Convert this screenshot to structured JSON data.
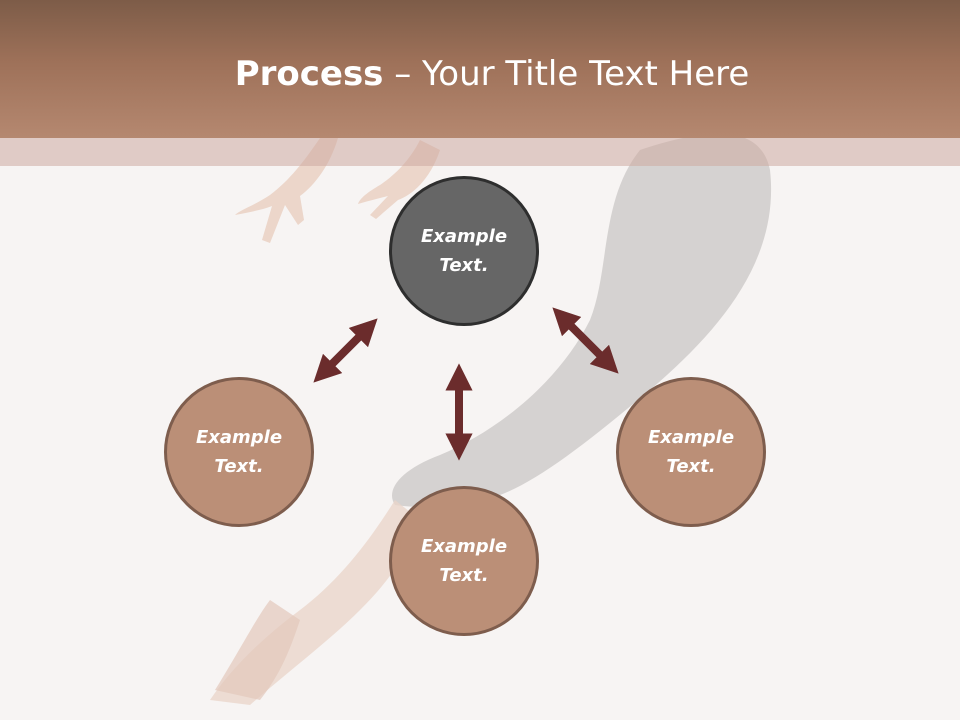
{
  "title": {
    "bold": "Process",
    "rest": " – Your Title Text Here"
  },
  "nodes": [
    {
      "id": "top",
      "label": "Example Text.",
      "style": "dark"
    },
    {
      "id": "left",
      "label": "Example Text.",
      "style": "tan"
    },
    {
      "id": "bottom",
      "label": "Example Text.",
      "style": "tan"
    },
    {
      "id": "right",
      "label": "Example Text.",
      "style": "tan"
    }
  ],
  "colors": {
    "header": "#9e7159",
    "node_dark": "#666666",
    "node_tan": "#bb8f77",
    "arrow": "#6b2c2c"
  }
}
